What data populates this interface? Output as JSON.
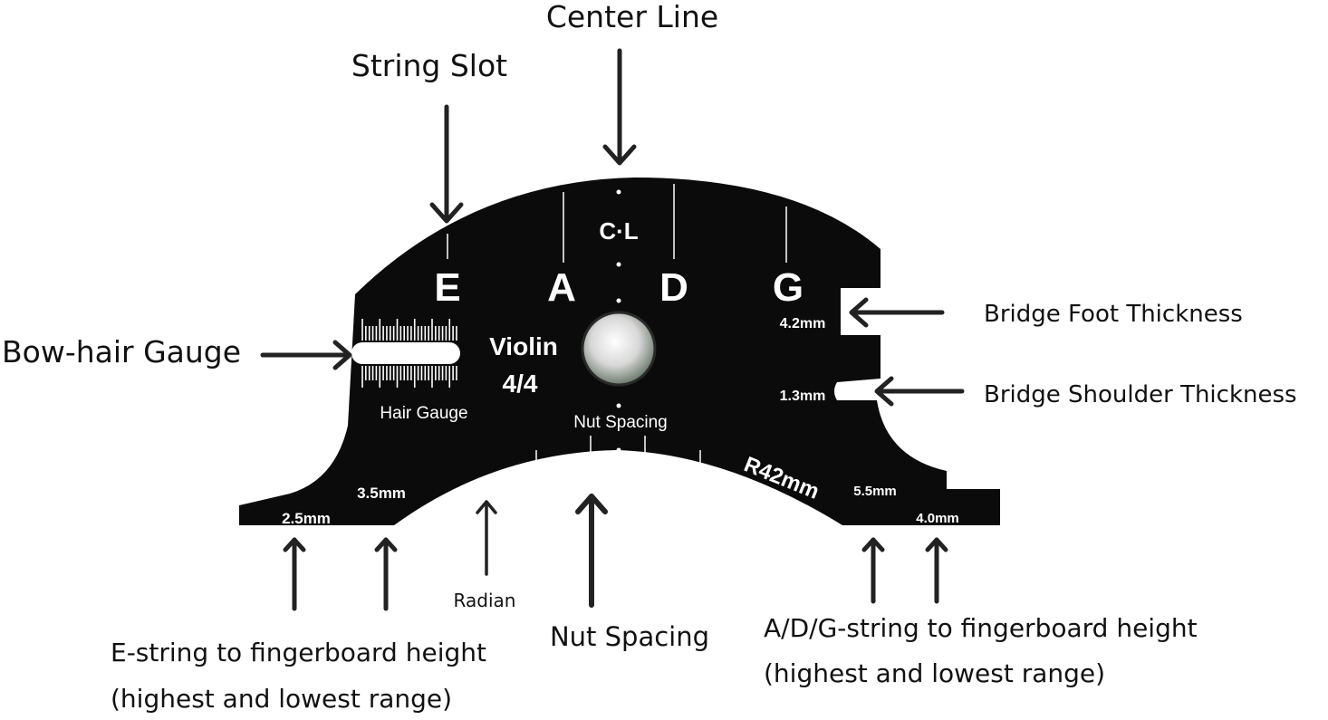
{
  "callouts": {
    "center_line": "Center Line",
    "string_slot": "String Slot",
    "bow_hair_gauge": "Bow-hair Gauge",
    "bridge_foot_thickness": "Bridge Foot Thickness",
    "bridge_shoulder_thickness": "Bridge Shoulder Thickness",
    "radian": "Radian",
    "nut_spacing": "Nut Spacing",
    "e_string_height": [
      "E-string to fingerboard height",
      "(highest and lowest range)"
    ],
    "adg_string_height": [
      "A/D/G-string to fingerboard height",
      "(highest and lowest range)"
    ]
  },
  "plate": {
    "strings": [
      "E",
      "A",
      "D",
      "G"
    ],
    "cl_mark": "C·L",
    "instrument": "Violin",
    "size": "4/4",
    "hair_gauge": "Hair Gauge",
    "nut_spacing": "Nut Spacing",
    "radius": "R42mm",
    "foot_thickness": "4.2mm",
    "shoulder_thickness": "1.3mm",
    "e_high": "3.5mm",
    "e_low": "2.5mm",
    "adg_high": "5.5mm",
    "adg_low": "4.0mm"
  },
  "colors": {
    "plate": "#0b0b0b",
    "plate_text": "#ffffff",
    "arrow": "#222222",
    "callout_text": "#111111"
  }
}
